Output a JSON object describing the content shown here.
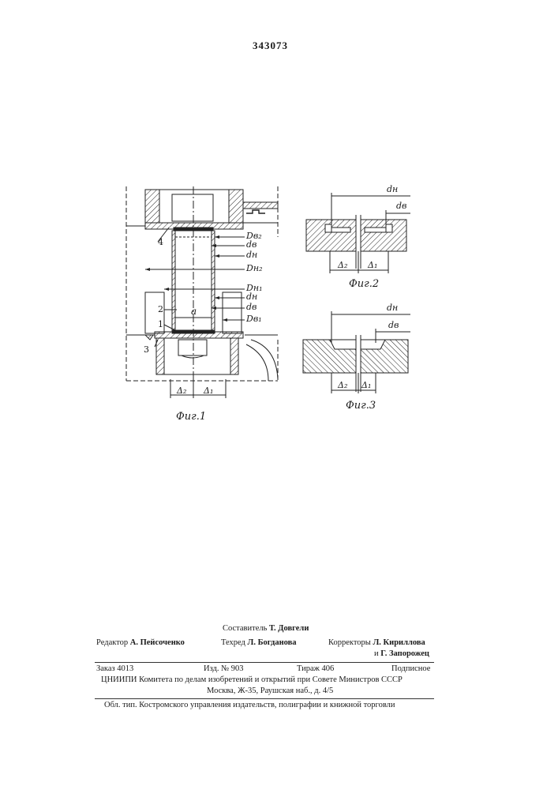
{
  "patent_number": "343073",
  "figures": {
    "fig1": {
      "caption": "Фиг.1",
      "labels": {
        "Dv2": "Dв₂",
        "dv_top": "dв",
        "dn_top": "dн",
        "Dn2": "Dн₂",
        "Dn1": "Dн₁",
        "dn_mid": "dн",
        "dv_mid": "dв",
        "Dv1": "Dв₁",
        "a": "a",
        "part1": "1",
        "part2": "2",
        "part3": "3",
        "part4": "4",
        "delta2": "Δ₂",
        "delta1": "Δ₁"
      }
    },
    "fig2": {
      "caption": "Фиг.2",
      "dn": "dн",
      "dv": "dв",
      "delta2": "Δ₂",
      "delta1": "Δ₁"
    },
    "fig3": {
      "caption": "Фиг.3",
      "dn": "dн",
      "dv": "dв",
      "delta2": "Δ₂",
      "delta1": "Δ₁"
    }
  },
  "imprint": {
    "compiler_label": "Составитель",
    "compiler_name": "Т. Довгели",
    "editor_label": "Редактор",
    "editor_name": "А. Пейсоченко",
    "techred_label": "Техред",
    "techred_name": "Л. Богданова",
    "correctors_label": "Корректоры",
    "corrector1": "Л. Кириллова",
    "corrector2_prefix": "и",
    "corrector2": "Г. Запорожец",
    "order": "Заказ 4013",
    "edition": "Изд. № 903",
    "circulation": "Тираж 406",
    "subscription": "Подписное",
    "institute": "ЦНИИПИ Комитета по делам изобретений и открытий при Совете Министров СССР",
    "address": "Москва, Ж-35, Раушская наб., д. 4/5",
    "printer": "Обл. тип. Костромского управления издательств, полиграфии и книжной торговли"
  }
}
